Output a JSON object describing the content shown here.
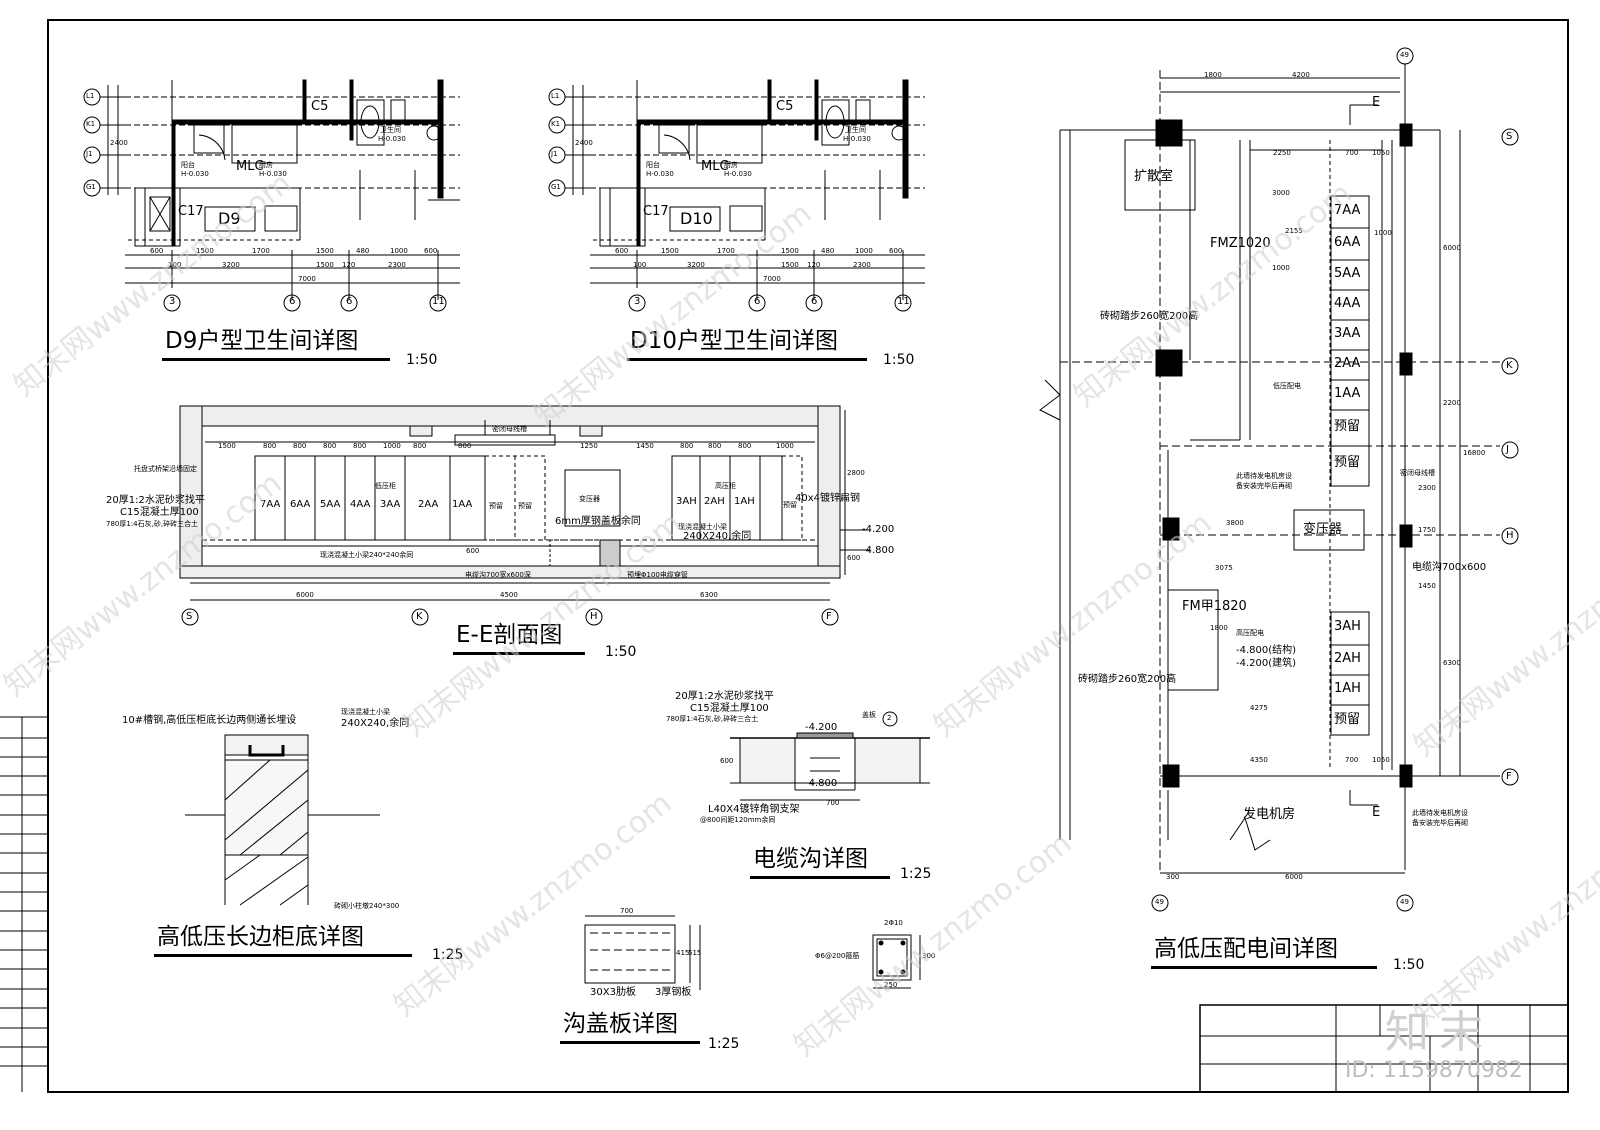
{
  "titles": {
    "d9": "D9户型卫生间详图",
    "d9_scale": "1:50",
    "d10": "D10户型卫生间详图",
    "d10_scale": "1:50",
    "ee": "E-E剖面图",
    "ee_scale": "1:50",
    "cabinet": "高低压长边柜底详图",
    "cabinet_scale": "1:25",
    "trench": "电缆沟详图",
    "trench_scale": "1:25",
    "cover": "沟盖板详图",
    "cover_scale": "1:25",
    "room": "高低压配电间详图",
    "room_scale": "1:50"
  },
  "d9": {
    "grid_rows": [
      "L1",
      "K1",
      "J1",
      "G1"
    ],
    "grid_cols": [
      "3",
      "6",
      "6",
      "11"
    ],
    "unit": "D9",
    "window_c5": "C5",
    "window_c17": "C17",
    "mlc": "MLC",
    "balcony": "阳台",
    "balcony_h": "H-0.030",
    "kitchen": "厨房",
    "kitchen_h": "H-0.030",
    "bath": "卫生间",
    "bath_h": "H-0.030",
    "dims_row1": [
      "600",
      "1500",
      "1700",
      "1500",
      "480",
      "1000",
      "600",
      "2400"
    ],
    "dims_row2": [
      "100",
      "3200",
      "1500",
      "2300",
      "120"
    ],
    "dims_total": "7000"
  },
  "d10": {
    "grid_rows": [
      "L1",
      "K1",
      "J1",
      "G1"
    ],
    "grid_cols": [
      "3",
      "6",
      "6",
      "11"
    ],
    "unit": "D10",
    "window_c5": "C5",
    "window_c17": "C17",
    "mlc": "MLC",
    "balcony": "阳台",
    "balcony_h": "H-0.030",
    "kitchen": "厨房",
    "kitchen_h": "H-0.030",
    "bath": "卫生间",
    "bath_h": "H-0.030",
    "dims_row1": [
      "600",
      "1500",
      "1700",
      "1500",
      "480",
      "1000",
      "600",
      "2400"
    ],
    "dims_row2": [
      "100",
      "3200",
      "1500",
      "2300",
      "120"
    ],
    "dims_total": "7000"
  },
  "ee": {
    "bus_trough": "密闭母线槽",
    "tray_note": "托盘式桥架沿墙固定",
    "floor_note1": "20厚1:2水泥砂浆找平",
    "floor_note2": "C15混凝土厚100",
    "floor_note3": "780厚1:4石灰,砂,碎砖三合土",
    "low_cabinet": "低压柜",
    "high_cabinet": "高压柜",
    "low_panels": [
      "7AA",
      "6AA",
      "5AA",
      "4AA",
      "3AA",
      "2AA",
      "1AA",
      "预留",
      "预留"
    ],
    "high_panels": [
      "3AH",
      "2AH",
      "1AH",
      "预留"
    ],
    "transformer": "变压器",
    "steel_plate": "6mm厚钢盖板余同",
    "beam_note": "现浇混凝土小梁",
    "beam_size": "240X240,余同",
    "beam_note2": "现浇混凝土小梁240*240余同",
    "trench_note": "电缆沟700宽x600深",
    "pipe_note": "预埋Φ100电缆穿管",
    "flat_steel": "40x4镀锌扁钢",
    "elev1": "-4.200",
    "elev2": "-4.800",
    "top_dims": [
      "1500",
      "800",
      "800",
      "800",
      "800",
      "1000",
      "800",
      "800",
      "1250",
      "1450",
      "800",
      "800",
      "800",
      "1000"
    ],
    "bot_dims": [
      "6000",
      "4500",
      "6300"
    ],
    "axes": [
      "S",
      "K",
      "H",
      "F"
    ],
    "side_dims": [
      "2800",
      "600",
      "600"
    ]
  },
  "cabinet_detail": {
    "note1": "10#槽钢,高低压柜底长边两侧通长埋设",
    "note2": "现浇混凝土小梁",
    "note3": "240X240,余同",
    "note4": "砖砌小柱墩240*300"
  },
  "trench_detail": {
    "note1": "20厚1:2水泥砂浆找平",
    "note2": "C15混凝土厚100",
    "note3": "780厚1:4石灰,砂,碎砖三合土",
    "cover": "盖板",
    "cover_ref": "2",
    "elev1": "-4.200",
    "elev2": "-4.800",
    "bracket": "L40X4镀锌角钢支架",
    "spacing": "@800间距120mm余同",
    "dim_w": "700",
    "dim_h": "600"
  },
  "cover_detail": {
    "dim_w": "700",
    "dim_h1": "415",
    "dim_h2": "515",
    "rib": "30X3肋板",
    "plate": "3厚钢板"
  },
  "section_detail": {
    "rebar": "2Φ10",
    "stirrup": "Φ6@200箍筋",
    "dim_w": "250",
    "dim_h": "300"
  },
  "room": {
    "axis_top": "49",
    "axis_bottom_left": "49",
    "axis_bottom_right": "49",
    "axes_right": [
      "S",
      "K",
      "J",
      "H",
      "F"
    ],
    "top_dims": [
      "1800",
      "4200"
    ],
    "inner_dims": [
      "2250",
      "700",
      "1050"
    ],
    "dims_left": [
      "3000",
      "2155",
      "1000"
    ],
    "right_dims": [
      "1000",
      "6000",
      "2200",
      "2300",
      "1750",
      "1450",
      "6300",
      "16800"
    ],
    "diffuser": "扩散室",
    "door1": "FMZ1020",
    "door2": "FM甲1820",
    "pier1": "砖砌踏步260宽200高",
    "pier2": "砖砌踏步260宽200高",
    "low_dist": "低压配电",
    "high_dist": "高压配电",
    "high_elev1": "-4.800(结构)",
    "high_elev2": "-4.200(建筑)",
    "wall_note1": "此墙待发电机房设",
    "wall_note2": "备安装完毕后再砌",
    "wall_note3": "此墙待发电机房设",
    "wall_note4": "备安装完毕后再砌",
    "bus": "密闭母线槽",
    "transformer": "变压器",
    "cable_trench": "电缆沟700x600",
    "generator": "发电机房",
    "low_panels": [
      "7AA",
      "6AA",
      "5AA",
      "4AA",
      "3AA",
      "2AA",
      "1AA",
      "预留",
      "预留"
    ],
    "high_panels": [
      "3AH",
      "2AH",
      "1AH",
      "预留"
    ],
    "section_mark": "E",
    "dims_mid": [
      "3800",
      "3075",
      "4275",
      "1800"
    ],
    "dims_bottom": [
      "4350",
      "700",
      "1050"
    ],
    "dims_base": [
      "300",
      "6000"
    ]
  },
  "watermark": {
    "brand": "知末网www.znzmo.com",
    "logo": "知末",
    "id": "ID: 1159870982"
  }
}
